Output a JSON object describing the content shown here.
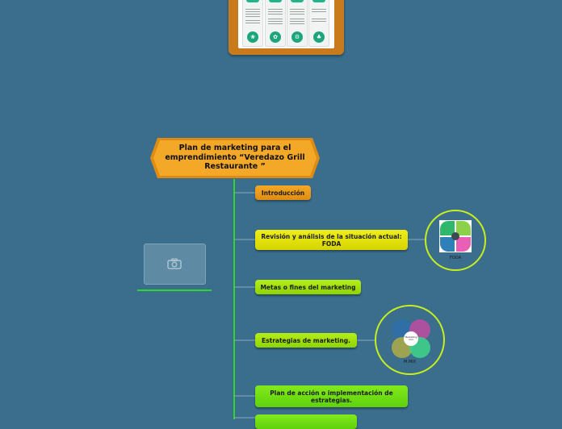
{
  "central": {
    "title": "Plan de marketing para el emprendimiento “Veredazo Grill Restaurante ”"
  },
  "topics": [
    {
      "label": "Introducción"
    },
    {
      "label": "Revisión y análisis de la situación actual: FODA"
    },
    {
      "label": "Metas o fines del marketing"
    },
    {
      "label": "Estrategias de marketing."
    },
    {
      "label": "Plan de acción o implementación de estrategias."
    },
    {
      "label": ""
    }
  ],
  "images": {
    "foda": {
      "caption": "FODA"
    },
    "mix": {
      "caption": "M.MIX",
      "center": "Marketing mix"
    }
  },
  "colors": {
    "background": "#3a6e8c",
    "connector": "#2fd62f",
    "central_border": "#e08c12"
  }
}
